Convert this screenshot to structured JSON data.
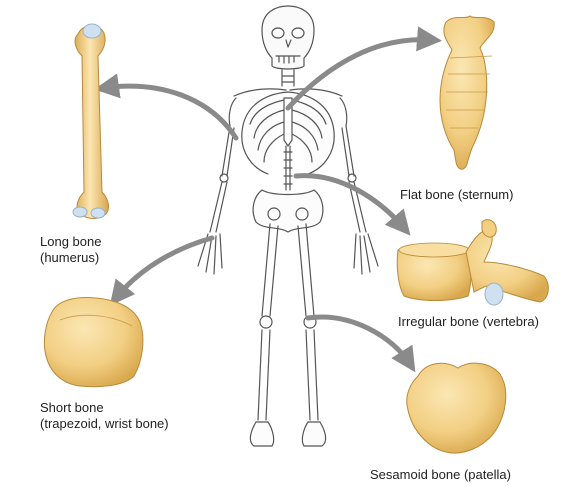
{
  "bones": {
    "long": {
      "line1": "Long bone",
      "line2": "(humerus)"
    },
    "flat": {
      "line1": "Flat bone (sternum)"
    },
    "irregular": {
      "line1": "Irregular bone (vertebra)"
    },
    "short": {
      "line1": "Short bone",
      "line2": "(trapezoid, wrist bone)"
    },
    "sesamoid": {
      "line1": "Sesamoid bone (patella)"
    }
  },
  "colors": {
    "bone_fill": "#f5d48a",
    "bone_shadow": "#d9a84e",
    "cartilage": "#cfe0f0",
    "arrow": "#8a8a8a",
    "skeleton_line": "#555555"
  }
}
